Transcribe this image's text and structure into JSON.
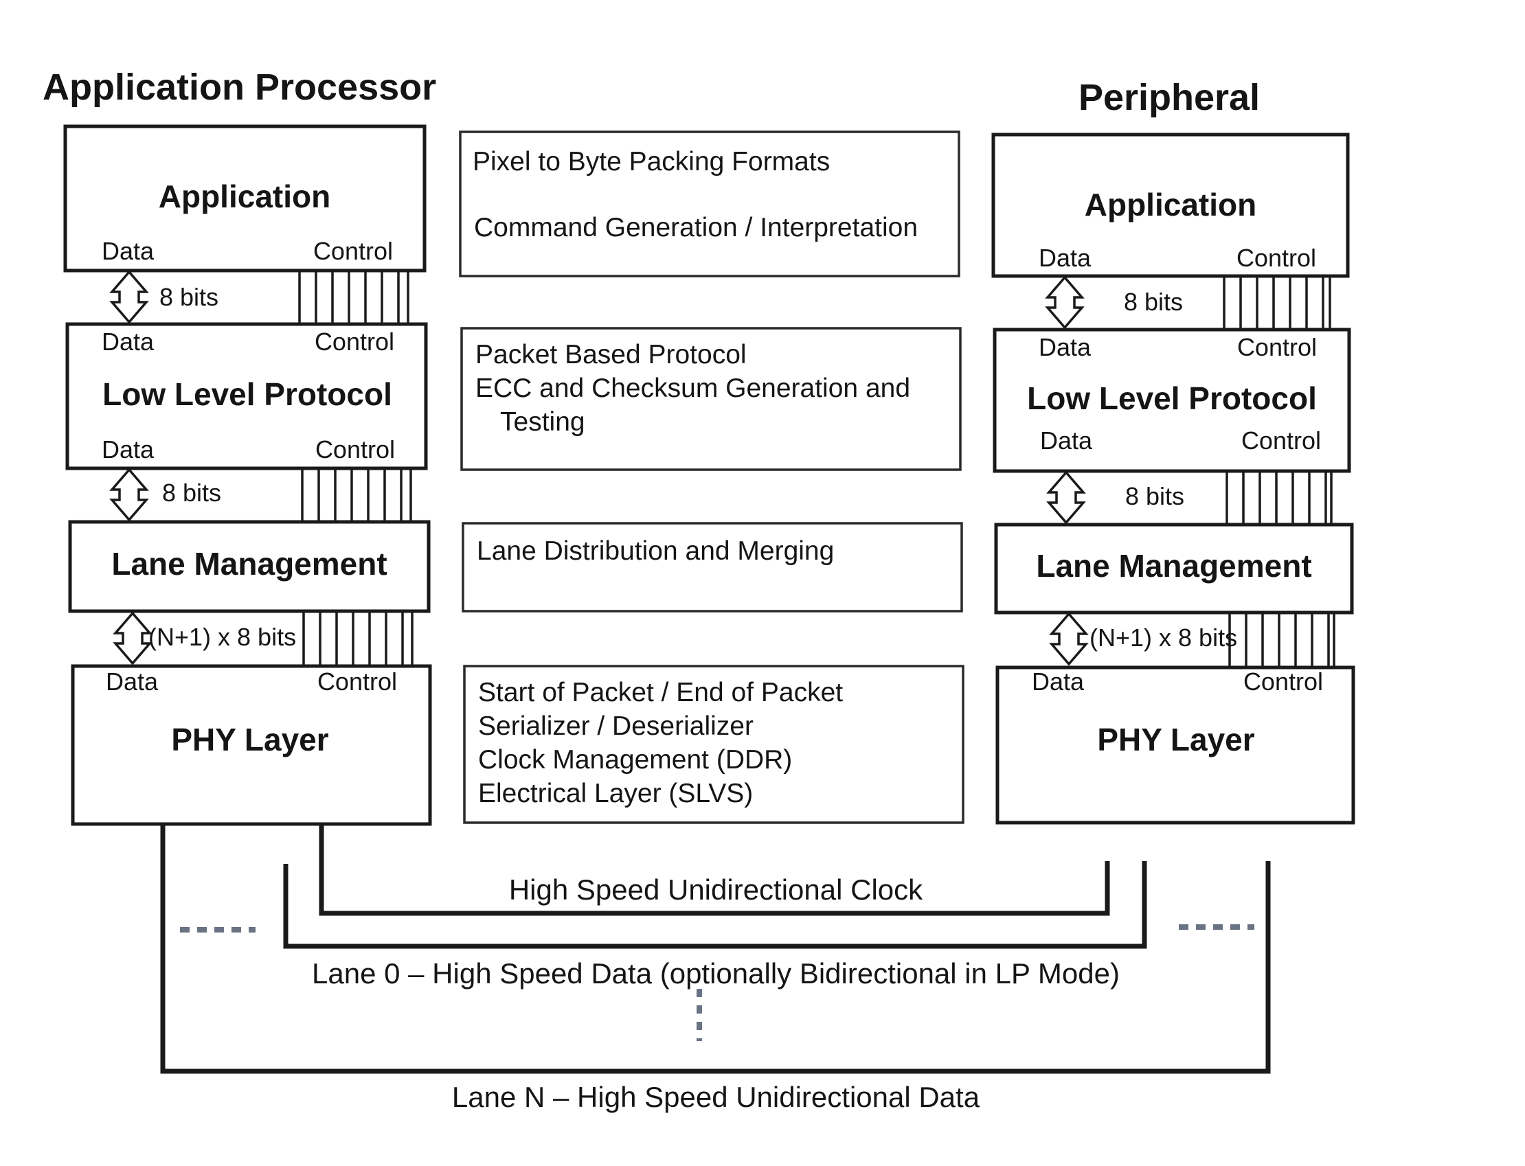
{
  "left_stack": {
    "heading": "Application Processor",
    "application": {
      "title": "Application",
      "data": "Data",
      "control": "Control"
    },
    "bus1": {
      "width": "8 bits"
    },
    "llp": {
      "title": "Low Level Protocol",
      "data_top": "Data",
      "control_top": "Control",
      "data_bottom": "Data",
      "control_bottom": "Control"
    },
    "bus2": {
      "width": "8 bits"
    },
    "lane_mgmt": {
      "title": "Lane Management"
    },
    "bus3": {
      "width": "(N+1) x 8 bits"
    },
    "phy": {
      "title": "PHY Layer",
      "data": "Data",
      "control": "Control"
    }
  },
  "right_stack": {
    "heading": "Peripheral",
    "application": {
      "title": "Application",
      "data": "Data",
      "control": "Control"
    },
    "bus1": {
      "width": "8 bits"
    },
    "llp": {
      "title": "Low Level Protocol",
      "data_top": "Data",
      "control_top": "Control",
      "data_bottom": "Data",
      "control_bottom": "Control"
    },
    "bus2": {
      "width": "8 bits"
    },
    "lane_mgmt": {
      "title": "Lane Management"
    },
    "bus3": {
      "width": "(N+1) x 8 bits"
    },
    "phy": {
      "title": "PHY Layer",
      "data": "Data",
      "control": "Control"
    }
  },
  "descriptions": {
    "application": [
      "Pixel to Byte Packing Formats",
      "Command Generation / Interpretation"
    ],
    "llp": [
      "Packet Based Protocol",
      "ECC and Checksum Generation and",
      "Testing"
    ],
    "lane_mgmt": [
      "Lane Distribution and Merging"
    ],
    "phy": [
      "Start of Packet / End of Packet",
      "Serializer / Deserializer",
      "Clock Management (DDR)",
      "Electrical Layer (SLVS)"
    ]
  },
  "links": {
    "clock": "High Speed Unidirectional Clock",
    "lane0": "Lane 0 – High Speed Data (optionally Bidirectional in LP Mode)",
    "laneN": "Lane N – High Speed Unidirectional Data"
  },
  "colors": {
    "line": "#1a1a1a",
    "text": "#151515",
    "dashes": "#6a7384",
    "background": "#ffffff"
  }
}
